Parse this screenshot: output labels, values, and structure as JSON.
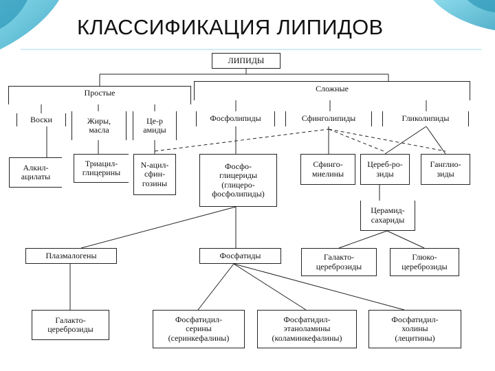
{
  "title": "КЛАССИФИКАЦИЯ ЛИПИДОВ",
  "nodes": {
    "lipids": "ЛИПИДЫ",
    "simple": "Простые",
    "complex": "Сложные",
    "waxes": "Воски",
    "fats": "Жиры,\nмасла",
    "ceramides": "Це-р\nамиды",
    "phospholipids": "Фосфолипиды",
    "sphingolipids": "Сфинголипиды",
    "glycolipids": "Гликолипиды",
    "alkylacylates": "Алкил-\nацилаты",
    "triacylglycerols": "Триацил-\nглицерины",
    "n_acylsphingosines": "N-ацил-\nсфин-\nгозины",
    "phosphoglycerides": "Фосфо-\nглицериды\n(глицеро-\nфосфолипиды)",
    "sphingomyelins": "Сфинго-\nмиелины",
    "cerebrosides": "Цереб-ро-\nзиды",
    "gangliosides": "Ганглио-\nзиды",
    "ceramide_saccharides": "Церамид-\nсахариды",
    "plasmalogens": "Плазмалогены",
    "phosphatides": "Фосфатиды",
    "galactocerebrosides_right": "Галакто-\nцереброзиды",
    "glucocerebrosides": "Глюко-\nцереброзиды",
    "galactocerebrosides_left": "Галакто-\nцереброзиды",
    "phosphatidylserines": "Фосфатидил-\nсерины\n(серинкефалины)",
    "phosphatidylethanolamines": "Фосфатидил-\nэтаноламины\n(коламинкефалины)",
    "phosphatidylcholines": "Фосфатидил-\nхолины\n(лецитины)"
  }
}
